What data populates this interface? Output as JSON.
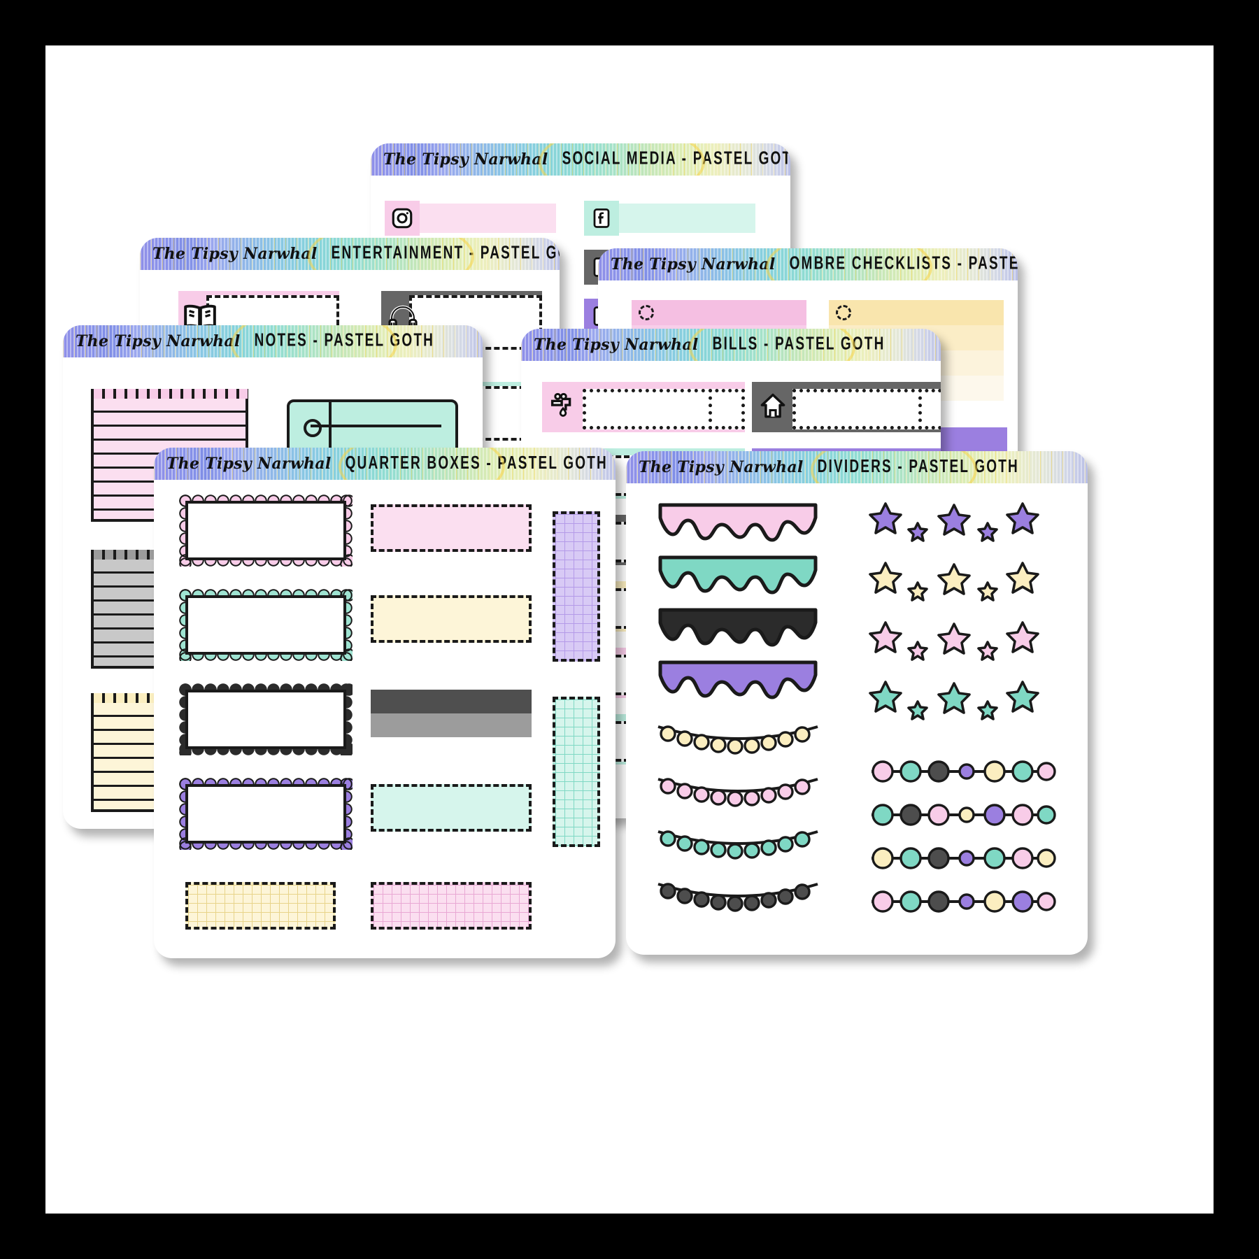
{
  "brand": "The Tipsy Narwhal",
  "sheets": [
    {
      "id": "social-media",
      "title": "SOCIAL MEDIA - PASTEL GOTH",
      "icons": [
        "instagram-icon",
        "facebook-icon",
        "facebook-icon",
        "facebook-icon",
        "facebook-icon"
      ],
      "colors": [
        "#f8cce8",
        "#bdeee0",
        "#666666",
        "#9b7fe0",
        "#fbeec0"
      ]
    },
    {
      "id": "entertainment",
      "title": "ENTERTAINMENT - PASTEL GOTH",
      "icons": [
        "book-icon",
        "headphones-icon"
      ],
      "colors": [
        "#f8cce8",
        "#666666"
      ]
    },
    {
      "id": "ombre-checklists",
      "title": "OMBRE CHECKLISTS - PASTEL GOTH",
      "colors": [
        "#f8cce8",
        "#fbeec0",
        "#9b7fe0",
        "#c9b8f0",
        "#e0d6f8"
      ]
    },
    {
      "id": "notes",
      "title": "NOTES - PASTEL GOTH",
      "colors": [
        "#f8cce8",
        "#bdeee0",
        "#666666",
        "#fbeec0"
      ]
    },
    {
      "id": "bills",
      "title": "BILLS - PASTEL GOTH",
      "icons": [
        "faucet-icon",
        "house-icon",
        "lightning-icon",
        "creditcard-icon",
        "piggybank-icon",
        "piggybank-icon"
      ],
      "colors": [
        "#f8cce8",
        "#666666",
        "#bdeee0",
        "#9b7fe0",
        "#fbeec0"
      ]
    },
    {
      "id": "quarter-boxes",
      "title": "QUARTER BOXES - PASTEL GOTH",
      "colors": [
        "#f8cce8",
        "#bdeee0",
        "#2b2b2b",
        "#9b7fe0",
        "#fbeec0",
        "#9c9c9c"
      ]
    },
    {
      "id": "dividers",
      "title": "DIVIDERS - PASTEL GOTH",
      "drip_colors": [
        "#f8cce8",
        "#7fd8c4",
        "#2b2b2b",
        "#9b7fe0"
      ],
      "bunting_colors": [
        "#fbeec0",
        "#f8cce8",
        "#7fd8c4",
        "#4d4d4d"
      ],
      "star_colors": [
        "#9b7fe0",
        "#fbeec0",
        "#f8cce8",
        "#7fd8c4"
      ],
      "bead_colors": [
        "#f8cce8",
        "#7fd8c4",
        "#4d4d4d",
        "#9b7fe0",
        "#fbeec0"
      ]
    }
  ]
}
